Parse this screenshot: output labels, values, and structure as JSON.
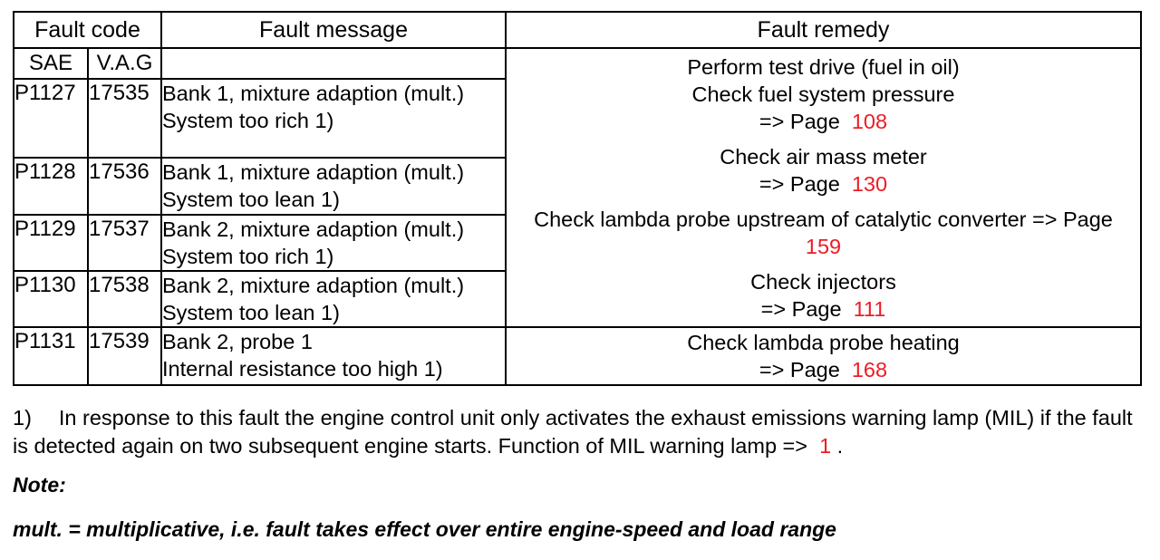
{
  "table": {
    "headers": {
      "fault_code": "Fault code",
      "fault_message": "Fault message",
      "fault_remedy": "Fault remedy",
      "sae": "SAE",
      "vag": "V.A.G"
    },
    "rows": [
      {
        "sae": "P1127",
        "vag": "17535",
        "message_line1": "Bank 1, mixture adaption (mult.)",
        "message_line2": "System too rich 1)"
      },
      {
        "sae": "P1128",
        "vag": "17536",
        "message_line1": "Bank 1, mixture adaption (mult.)",
        "message_line2": "System too lean 1)"
      },
      {
        "sae": "P1129",
        "vag": "17537",
        "message_line1": "Bank 2, mixture adaption (mult.)",
        "message_line2": "System too rich 1)"
      },
      {
        "sae": "P1130",
        "vag": "17538",
        "message_line1": "Bank 2, mixture adaption (mult.)",
        "message_line2": "System too lean 1)"
      },
      {
        "sae": "P1131",
        "vag": "17539",
        "message_line1": "Bank 2, probe 1",
        "message_line2": "Internal resistance too high 1)"
      }
    ],
    "remedies": [
      {
        "line1": "Perform test drive (fuel in oil)",
        "line2": "Check fuel system pressure",
        "line3_text": "=> Page",
        "page": "108"
      },
      {
        "line1": "Check air mass meter",
        "line3_text": "=> Page",
        "page": "130"
      },
      {
        "line1": "Check lambda probe upstream of catalytic converter => Page",
        "page": "159"
      },
      {
        "line1": "Check injectors",
        "line3_text": "=> Page",
        "page": "111"
      }
    ],
    "remedy_last": {
      "line1": "Check lambda probe heating",
      "line3_text": "=> Page",
      "page": "168"
    }
  },
  "footnote": {
    "marker": "1)",
    "text_part1": "In response to this fault the engine control unit only activates the exhaust emissions warning lamp (MIL) if the fault is detected again on two subsequent engine starts. Function of MIL warning lamp =>",
    "page": "1",
    "text_part2": "."
  },
  "note": {
    "label": "Note:",
    "body": "mult. = multiplicative, i.e. fault takes effect over entire engine-speed and load range"
  },
  "colors": {
    "page_reference": "#ed1c24",
    "text": "#000000",
    "border": "#000000",
    "background": "#ffffff"
  }
}
